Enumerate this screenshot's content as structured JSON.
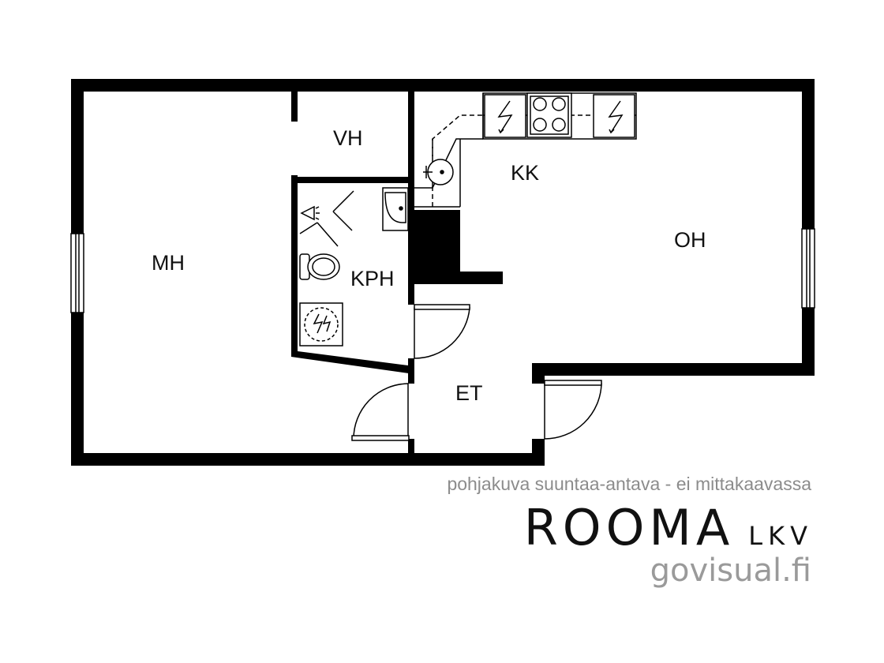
{
  "rooms": {
    "mh": "MH",
    "vh": "VH",
    "kph": "KPH",
    "kk": "KK",
    "oh": "OH",
    "et": "ET"
  },
  "footer": {
    "disclaimer": "pohjakuva suuntaa-antava - ei mittakaavassa",
    "brand_main": "ROOMA",
    "brand_sub": "LKV",
    "website": "govisual.fi"
  },
  "colors": {
    "wall": "#000000",
    "disclaimer": "#8c8c8c",
    "website": "#9a9a9a"
  },
  "icons": [
    "stove-icon",
    "electric-outlet-icon",
    "kitchen-sink-icon",
    "washbasin-icon",
    "toilet-icon",
    "shower-icon",
    "floor-drain-icon",
    "door-swing-icon",
    "window-icon"
  ]
}
